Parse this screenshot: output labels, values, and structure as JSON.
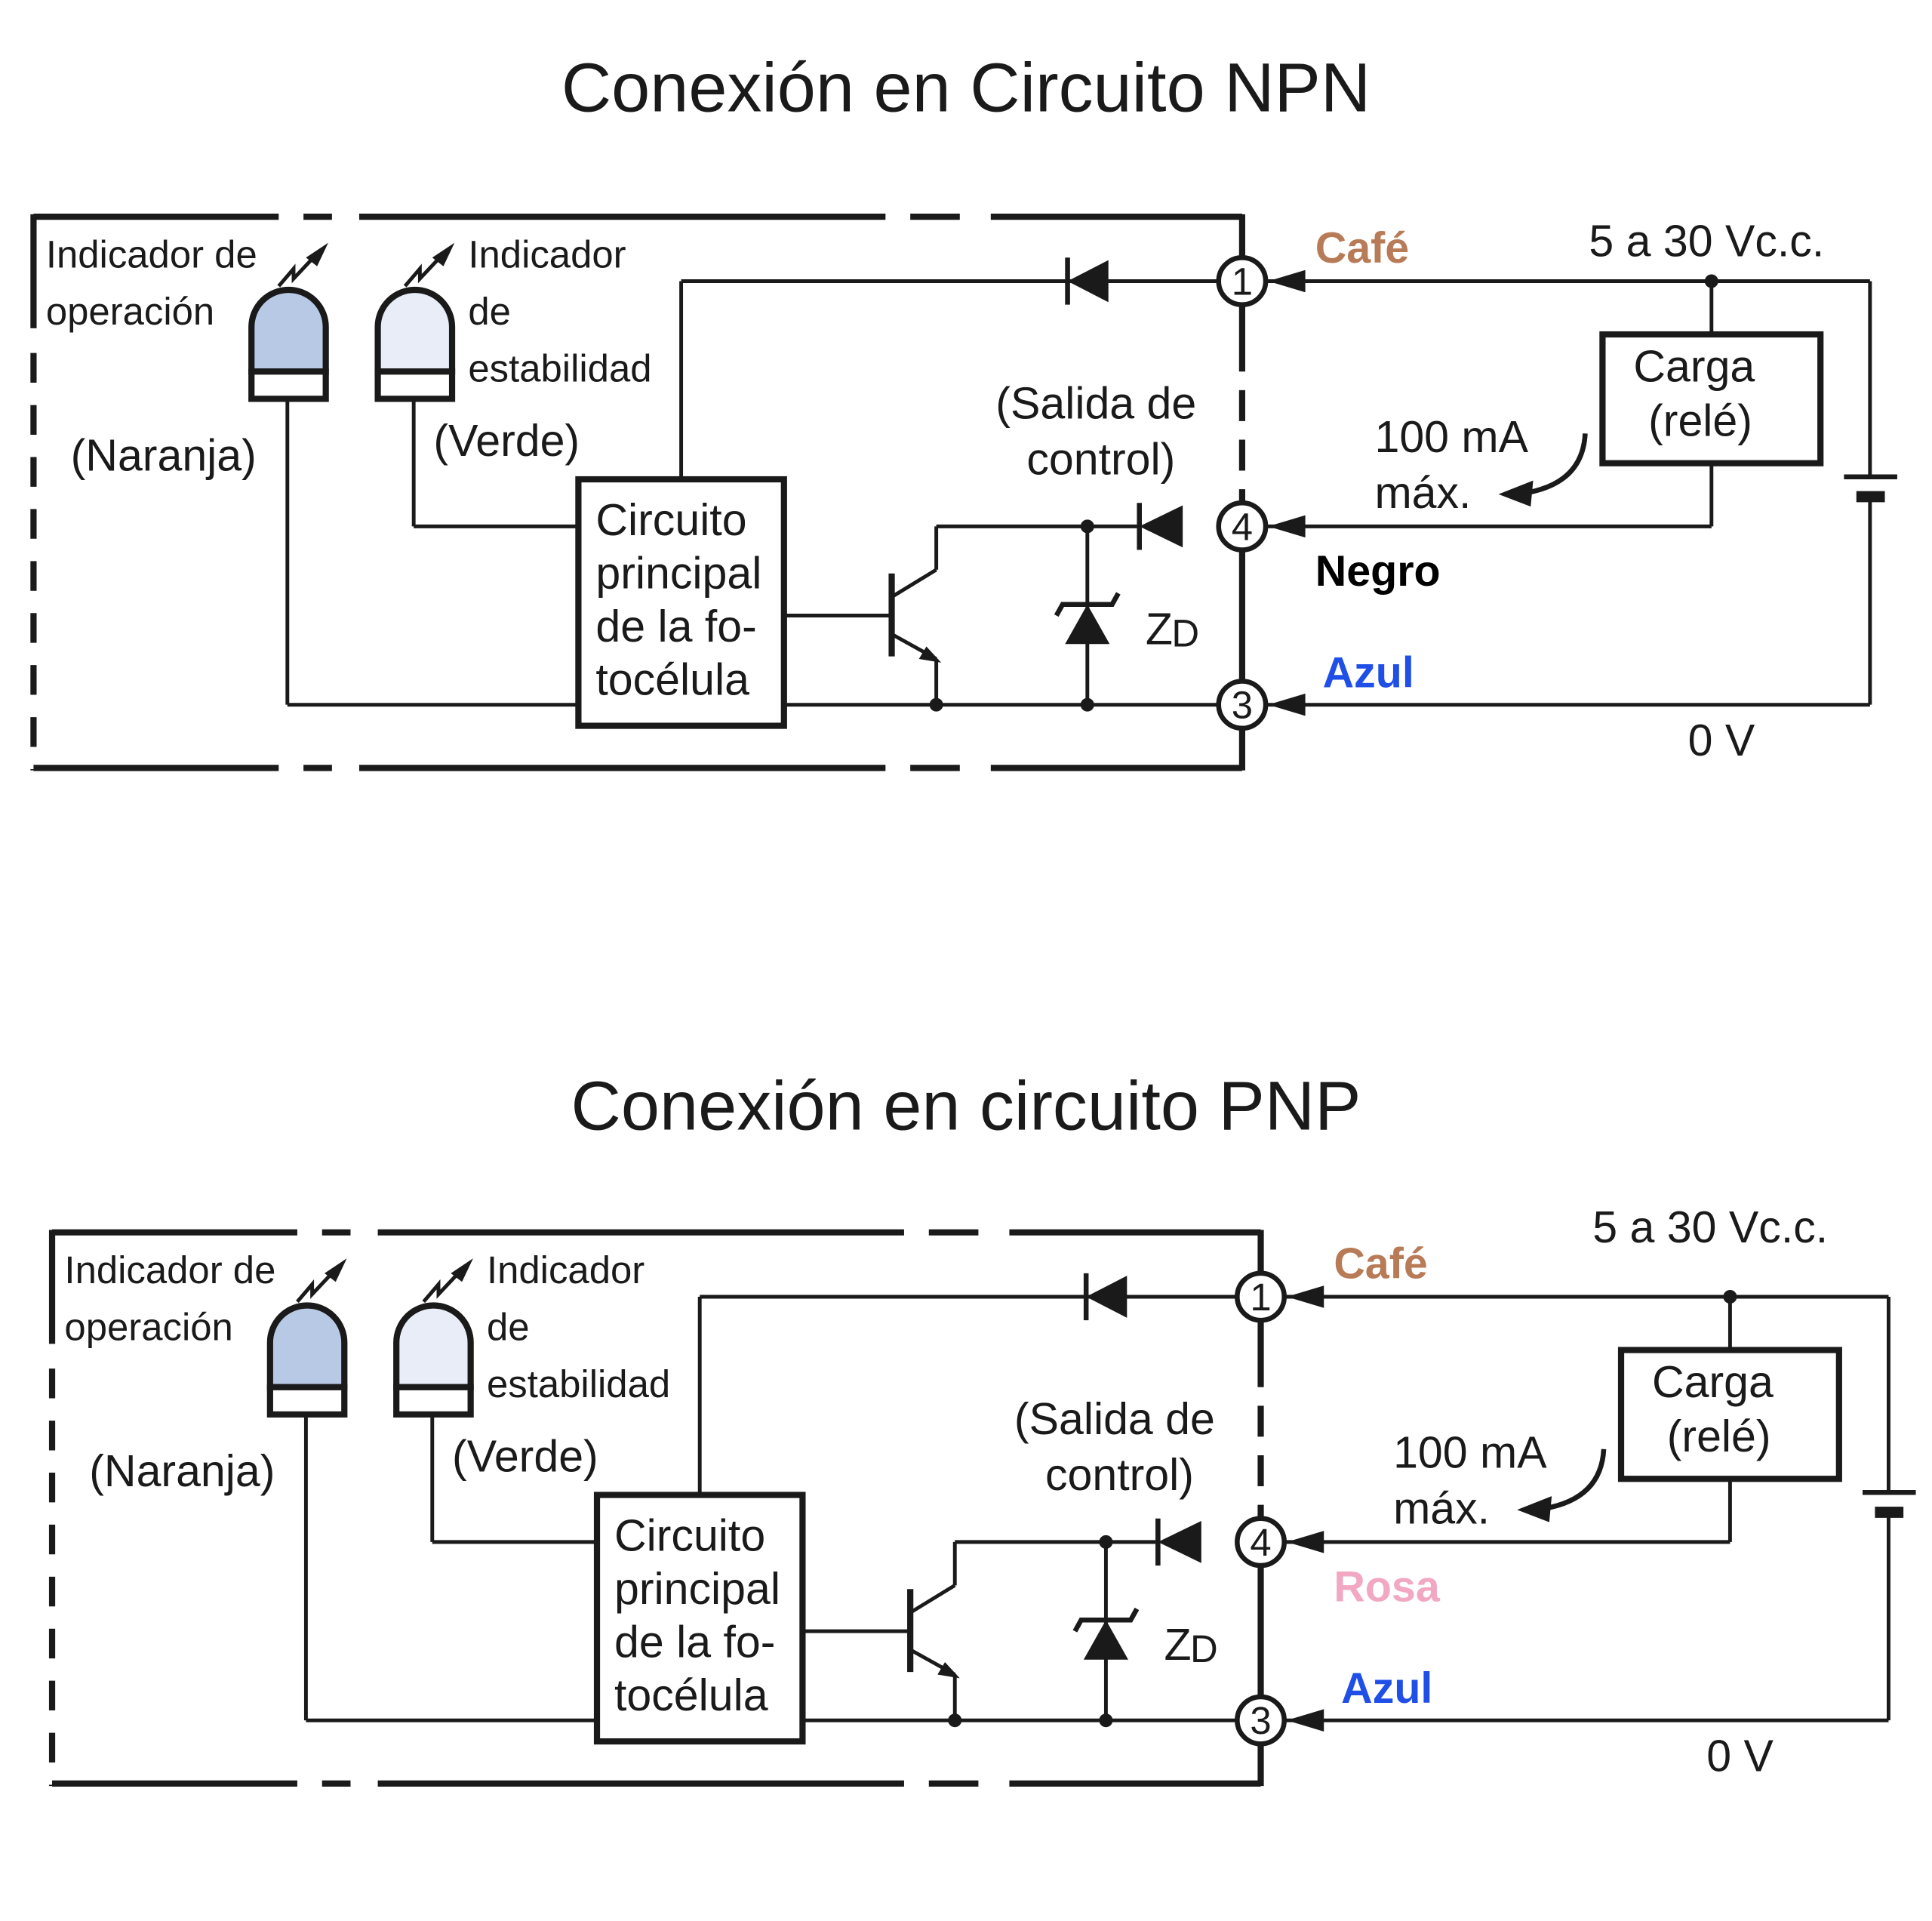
{
  "circuits": [
    {
      "title": "Conexión en Circuito NPN",
      "supply": "5 a 30 Vc.c.",
      "ground": "0 V",
      "indicator_op": [
        "Indicador de",
        "operación"
      ],
      "indicator_op_color": "(Naranja)",
      "indicator_stab": [
        "Indicador",
        "de",
        "estabilidad"
      ],
      "indicator_stab_color": "(Verde)",
      "main_circuit": [
        "Circuito",
        "principal",
        "de la fo-",
        "tocélula"
      ],
      "control_output": [
        "(Salida de",
        "control)"
      ],
      "zener": "Z",
      "zener_sub": "D",
      "load": [
        "Carga",
        "(relé)"
      ],
      "current": [
        "100 mA",
        "máx."
      ],
      "terminals": [
        "1",
        "4",
        "3"
      ],
      "wires": [
        {
          "label": "Café",
          "color": "#b87b57"
        },
        {
          "label": "Negro",
          "color": "#000000"
        },
        {
          "label": "Azul",
          "color": "#1f4fe6"
        }
      ]
    },
    {
      "title": "Conexión en circuito PNP",
      "supply": "5 a 30 Vc.c.",
      "ground": "0 V",
      "indicator_op": [
        "Indicador de",
        "operación"
      ],
      "indicator_op_color": "(Naranja)",
      "indicator_stab": [
        "Indicador",
        "de",
        "estabilidad"
      ],
      "indicator_stab_color": "(Verde)",
      "main_circuit": [
        "Circuito",
        "principal",
        "de la fo-",
        "tocélula"
      ],
      "control_output": [
        "(Salida de",
        "control)"
      ],
      "zener": "Z",
      "zener_sub": "D",
      "load": [
        "Carga",
        "(relé)"
      ],
      "current": [
        "100 mA",
        "máx."
      ],
      "terminals": [
        "1",
        "4",
        "3"
      ],
      "wires": [
        {
          "label": "Café",
          "color": "#b87b57"
        },
        {
          "label": "Rosa",
          "color": "#f2a7c3"
        },
        {
          "label": "Azul",
          "color": "#1f4fe6"
        }
      ]
    }
  ],
  "colors": {
    "led_operation": "#b8c9e6",
    "led_stability": "#e8edf8",
    "line": "#1a1a1a"
  }
}
